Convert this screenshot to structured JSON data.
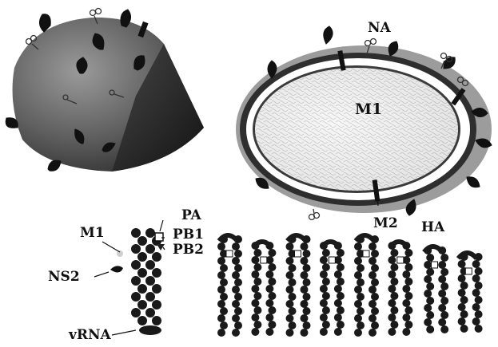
{
  "labels": {
    "na": "NA",
    "m1_inner": "M1",
    "m2": "M2",
    "ha": "HA",
    "pa": "PA",
    "pb1": "PB1",
    "pb2": "PB2",
    "m1_left": "M1",
    "ns2": "NS2",
    "vrna": "vRNA"
  },
  "colors": {
    "shell_dark": "#2b2b2b",
    "shell_mid": "#6e6e6e",
    "membrane": "#ffffff",
    "core": "#e4e4e4",
    "spike": "#111111",
    "rnp_bead": "#1a1a1a"
  },
  "segment_count": 8
}
